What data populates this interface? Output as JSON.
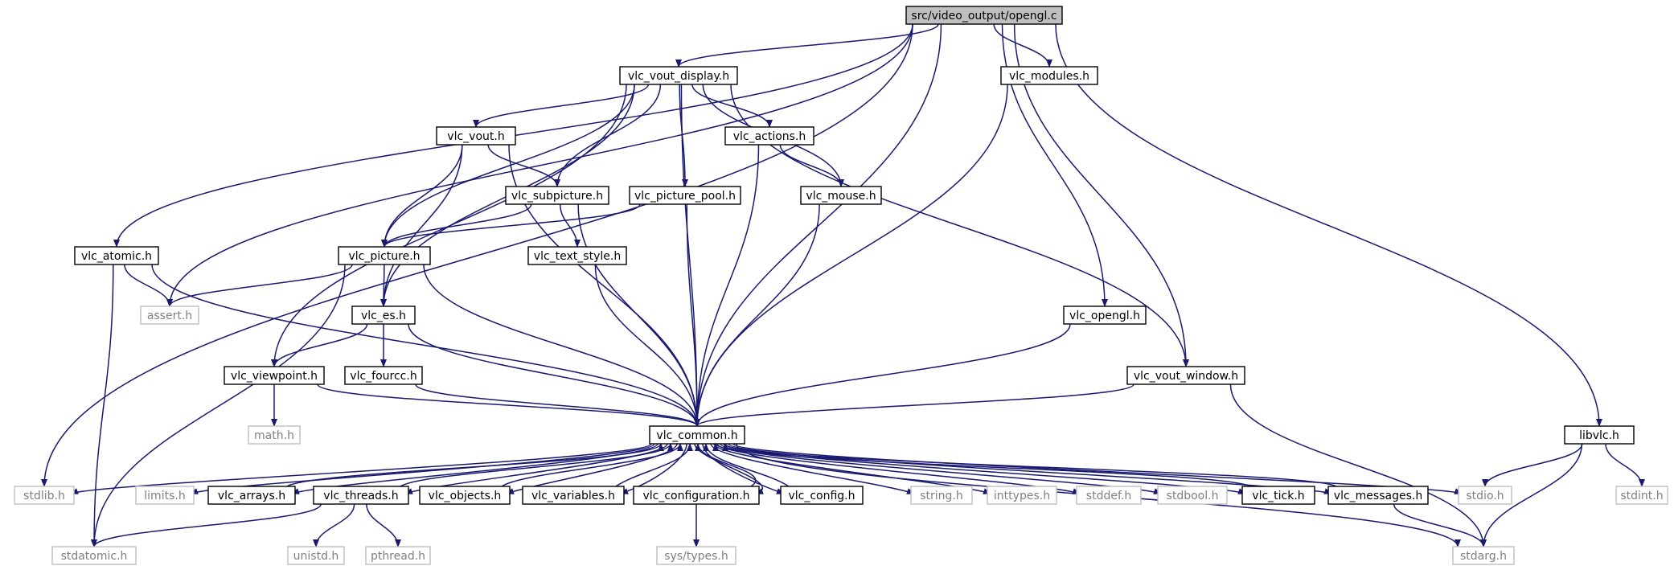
{
  "diagram": {
    "colors": {
      "edge": "#191970",
      "root_fill": "#bfbfbf",
      "external_border": "#bfbfbf",
      "external_text": "#808080"
    },
    "nodes": [
      {
        "id": "opengl_c",
        "label": "src/video_output/opengl.c",
        "kind": "root"
      },
      {
        "id": "vout_display",
        "label": "vlc_vout_display.h",
        "kind": "internal"
      },
      {
        "id": "modules",
        "label": "vlc_modules.h",
        "kind": "internal"
      },
      {
        "id": "vout",
        "label": "vlc_vout.h",
        "kind": "internal"
      },
      {
        "id": "actions",
        "label": "vlc_actions.h",
        "kind": "internal"
      },
      {
        "id": "subpicture",
        "label": "vlc_subpicture.h",
        "kind": "internal"
      },
      {
        "id": "picture_pool",
        "label": "vlc_picture_pool.h",
        "kind": "internal"
      },
      {
        "id": "mouse",
        "label": "vlc_mouse.h",
        "kind": "internal"
      },
      {
        "id": "atomic",
        "label": "vlc_atomic.h",
        "kind": "internal"
      },
      {
        "id": "picture",
        "label": "vlc_picture.h",
        "kind": "internal"
      },
      {
        "id": "text_style",
        "label": "vlc_text_style.h",
        "kind": "internal"
      },
      {
        "id": "assert",
        "label": "assert.h",
        "kind": "external"
      },
      {
        "id": "es",
        "label": "vlc_es.h",
        "kind": "internal"
      },
      {
        "id": "opengl_h",
        "label": "vlc_opengl.h",
        "kind": "internal"
      },
      {
        "id": "viewpoint",
        "label": "vlc_viewpoint.h",
        "kind": "internal"
      },
      {
        "id": "fourcc",
        "label": "vlc_fourcc.h",
        "kind": "internal"
      },
      {
        "id": "vout_window",
        "label": "vlc_vout_window.h",
        "kind": "internal"
      },
      {
        "id": "math",
        "label": "math.h",
        "kind": "external"
      },
      {
        "id": "common",
        "label": "vlc_common.h",
        "kind": "internal"
      },
      {
        "id": "libvlc",
        "label": "libvlc.h",
        "kind": "internal"
      },
      {
        "id": "stdlib",
        "label": "stdlib.h",
        "kind": "external"
      },
      {
        "id": "limits",
        "label": "limits.h",
        "kind": "external"
      },
      {
        "id": "arrays",
        "label": "vlc_arrays.h",
        "kind": "internal"
      },
      {
        "id": "threads",
        "label": "vlc_threads.h",
        "kind": "internal"
      },
      {
        "id": "objects",
        "label": "vlc_objects.h",
        "kind": "internal"
      },
      {
        "id": "variables",
        "label": "vlc_variables.h",
        "kind": "internal"
      },
      {
        "id": "configuration",
        "label": "vlc_configuration.h",
        "kind": "internal"
      },
      {
        "id": "config",
        "label": "vlc_config.h",
        "kind": "internal"
      },
      {
        "id": "string",
        "label": "string.h",
        "kind": "external"
      },
      {
        "id": "inttypes",
        "label": "inttypes.h",
        "kind": "external"
      },
      {
        "id": "stddef",
        "label": "stddef.h",
        "kind": "external"
      },
      {
        "id": "stdbool",
        "label": "stdbool.h",
        "kind": "external"
      },
      {
        "id": "tick",
        "label": "vlc_tick.h",
        "kind": "internal"
      },
      {
        "id": "messages",
        "label": "vlc_messages.h",
        "kind": "internal"
      },
      {
        "id": "stdio",
        "label": "stdio.h",
        "kind": "external"
      },
      {
        "id": "stdint",
        "label": "stdint.h",
        "kind": "external"
      },
      {
        "id": "stdatomic",
        "label": "stdatomic.h",
        "kind": "external"
      },
      {
        "id": "unistd",
        "label": "unistd.h",
        "kind": "external"
      },
      {
        "id": "pthread",
        "label": "pthread.h",
        "kind": "external"
      },
      {
        "id": "sys_types",
        "label": "sys/types.h",
        "kind": "external"
      },
      {
        "id": "stdarg",
        "label": "stdarg.h",
        "kind": "external"
      }
    ],
    "edges": [
      [
        "opengl_c",
        "vout_display"
      ],
      [
        "opengl_c",
        "modules"
      ],
      [
        "opengl_c",
        "atomic"
      ],
      [
        "opengl_c",
        "assert"
      ],
      [
        "opengl_c",
        "stdlib"
      ],
      [
        "opengl_c",
        "common"
      ],
      [
        "opengl_c",
        "opengl_h"
      ],
      [
        "opengl_c",
        "vout_window"
      ],
      [
        "opengl_c",
        "libvlc"
      ],
      [
        "vout_display",
        "vout"
      ],
      [
        "vout_display",
        "actions"
      ],
      [
        "vout_display",
        "subpicture"
      ],
      [
        "vout_display",
        "picture_pool"
      ],
      [
        "vout_display",
        "mouse"
      ],
      [
        "vout_display",
        "picture"
      ],
      [
        "vout_display",
        "es"
      ],
      [
        "vout_display",
        "viewpoint"
      ],
      [
        "vout_display",
        "vout_window"
      ],
      [
        "vout_display",
        "common"
      ],
      [
        "modules",
        "common"
      ],
      [
        "vout",
        "subpicture"
      ],
      [
        "vout",
        "picture"
      ],
      [
        "vout",
        "es"
      ],
      [
        "vout",
        "common"
      ],
      [
        "actions",
        "mouse"
      ],
      [
        "actions",
        "common"
      ],
      [
        "subpicture",
        "picture"
      ],
      [
        "subpicture",
        "text_style"
      ],
      [
        "subpicture",
        "common"
      ],
      [
        "picture_pool",
        "picture"
      ],
      [
        "picture_pool",
        "common"
      ],
      [
        "mouse",
        "common"
      ],
      [
        "atomic",
        "assert"
      ],
      [
        "atomic",
        "common"
      ],
      [
        "atomic",
        "stdatomic"
      ],
      [
        "picture",
        "assert"
      ],
      [
        "picture",
        "es"
      ],
      [
        "picture",
        "common"
      ],
      [
        "picture",
        "stdatomic"
      ],
      [
        "text_style",
        "common"
      ],
      [
        "es",
        "viewpoint"
      ],
      [
        "es",
        "fourcc"
      ],
      [
        "es",
        "common"
      ],
      [
        "opengl_h",
        "common"
      ],
      [
        "viewpoint",
        "math"
      ],
      [
        "viewpoint",
        "common"
      ],
      [
        "fourcc",
        "common"
      ],
      [
        "vout_window",
        "common"
      ],
      [
        "vout_window",
        "stdarg"
      ],
      [
        "libvlc",
        "stdio"
      ],
      [
        "libvlc",
        "stdint"
      ],
      [
        "libvlc",
        "stdarg"
      ],
      [
        "common",
        "stdlib"
      ],
      [
        "common",
        "limits"
      ],
      [
        "common",
        "arrays"
      ],
      [
        "common",
        "threads"
      ],
      [
        "common",
        "objects"
      ],
      [
        "common",
        "variables"
      ],
      [
        "common",
        "configuration"
      ],
      [
        "common",
        "config"
      ],
      [
        "common",
        "string"
      ],
      [
        "common",
        "inttypes"
      ],
      [
        "common",
        "stddef"
      ],
      [
        "common",
        "stdbool"
      ],
      [
        "common",
        "tick"
      ],
      [
        "common",
        "messages"
      ],
      [
        "common",
        "stdio"
      ],
      [
        "common",
        "stdarg"
      ],
      [
        "arrays",
        "common"
      ],
      [
        "threads",
        "common"
      ],
      [
        "objects",
        "common"
      ],
      [
        "variables",
        "common"
      ],
      [
        "configuration",
        "common"
      ],
      [
        "config",
        "common"
      ],
      [
        "tick",
        "common"
      ],
      [
        "messages",
        "common"
      ],
      [
        "threads",
        "stdatomic"
      ],
      [
        "threads",
        "unistd"
      ],
      [
        "threads",
        "pthread"
      ],
      [
        "configuration",
        "sys_types"
      ],
      [
        "messages",
        "stdarg"
      ]
    ]
  }
}
